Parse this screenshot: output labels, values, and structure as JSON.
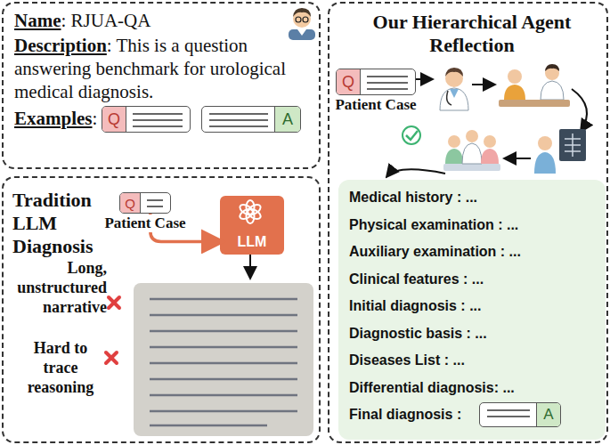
{
  "diagram": {
    "nodes": [
      {
        "text": [
          "Name: RJUA-QA",
          "Description: This is a question answering benchmark for urological medical diagnosis.",
          "Examples:"
        ]
      },
      {
        "text": [
          "Q"
        ],
        "in": 0
      },
      {
        "text": [
          "A"
        ],
        "in": 0
      },
      {
        "text": [
          "Tradition LLM Diagnosis"
        ]
      },
      {
        "text": [
          "Q",
          "Patient Case"
        ],
        "in": 3
      },
      {
        "text": [
          "LLM"
        ],
        "in": 3
      },
      {
        "text": [
          "Our Hierarchical Agent Reflection"
        ]
      },
      {
        "text": [
          "Q",
          "Patient Case"
        ],
        "in": 6
      },
      {
        "text": [
          "Medical history : ...",
          "Physical examination : ...",
          "Auxiliary examination : ...",
          "Clinical features : ...",
          "Initial diagnosis : ...",
          "Diagnostic basis : ...",
          "Diseases List : ...",
          "Differential diagnosis: ...",
          "Final diagnosis :"
        ],
        "in": 6
      },
      {
        "text": [
          "A"
        ],
        "in": 8
      }
    ],
    "edges": [
      {
        "from": 4,
        "to": 5,
        "arrow": "to"
      }
    ],
    "labels": [
      "Long, unstructured narrative",
      "Hard to trace reasoning"
    ]
  }
}
